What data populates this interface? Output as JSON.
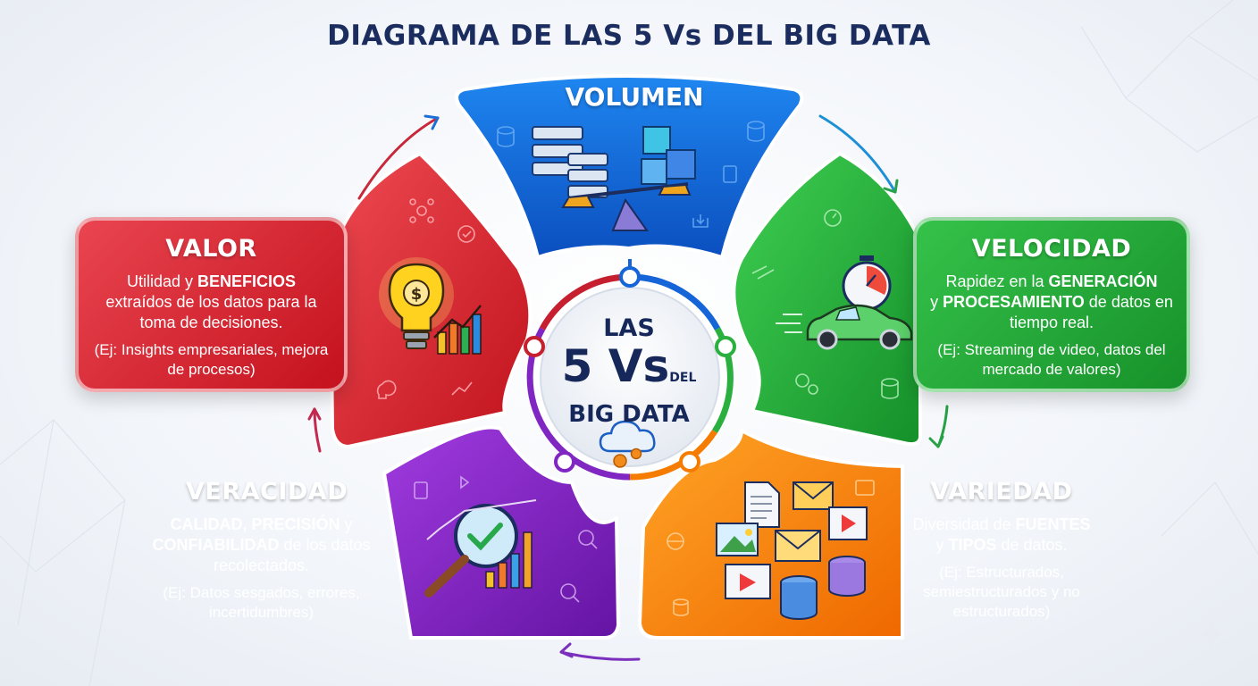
{
  "title": "DIAGRAMA DE LAS 5 Vs DEL BIG DATA",
  "hub": {
    "line1": "LAS",
    "line2": "5 Vs",
    "line2_small": "DEL",
    "line3": "BIG DATA"
  },
  "volumen": {
    "title": "VOLUMEN",
    "color": "#1565d8"
  },
  "valor": {
    "title": "VALOR",
    "desc_a": "Utilidad y ",
    "desc_b": "BENEFICIOS",
    "desc_c": "extraídos de los datos para la toma de decisiones.",
    "example": "(Ej: Insights empresariales, mejora de procesos)",
    "color": "#d62830"
  },
  "velocidad": {
    "title": "VELOCIDAD",
    "desc_a": "Rapidez en la ",
    "desc_b": "GENERACIÓN",
    "desc_c": "y ",
    "desc_d": "PROCESAMIENTO",
    "desc_e": " de datos en tiempo real.",
    "example": "(Ej: Streaming de video, datos del mercado de valores)",
    "color": "#27ae3c"
  },
  "veracidad": {
    "title": "VERACIDAD",
    "desc_a": "CALIDAD, PRECISIÓN",
    "desc_b": " y ",
    "desc_c": "CONFIABILIDAD",
    "desc_d": " de los datos recolectados.",
    "example": "(Ej: Datos sesgados, errores, incertidumbres)",
    "color": "#7d22bd"
  },
  "variedad": {
    "title": "VARIEDAD",
    "desc_a": "Diversidad de ",
    "desc_b": "FUENTES",
    "desc_c": "y ",
    "desc_d": "TIPOS",
    "desc_e": " de datos.",
    "example": "(Ej: Estructurados, semiestructurados y no estructurados)",
    "color": "#f57c00"
  }
}
